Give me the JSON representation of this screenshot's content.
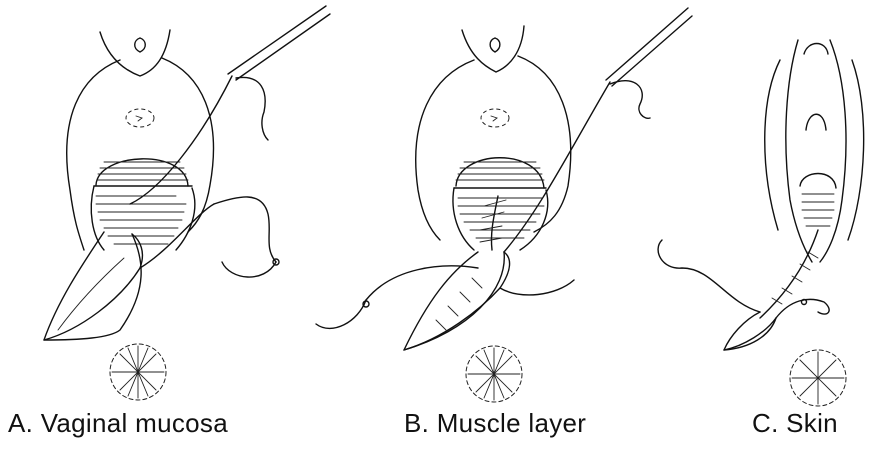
{
  "figure": {
    "panels": [
      {
        "id": "A",
        "caption": "A. Vaginal mucosa"
      },
      {
        "id": "B",
        "caption": "B. Muscle layer"
      },
      {
        "id": "C",
        "caption": "C. Skin"
      }
    ]
  }
}
